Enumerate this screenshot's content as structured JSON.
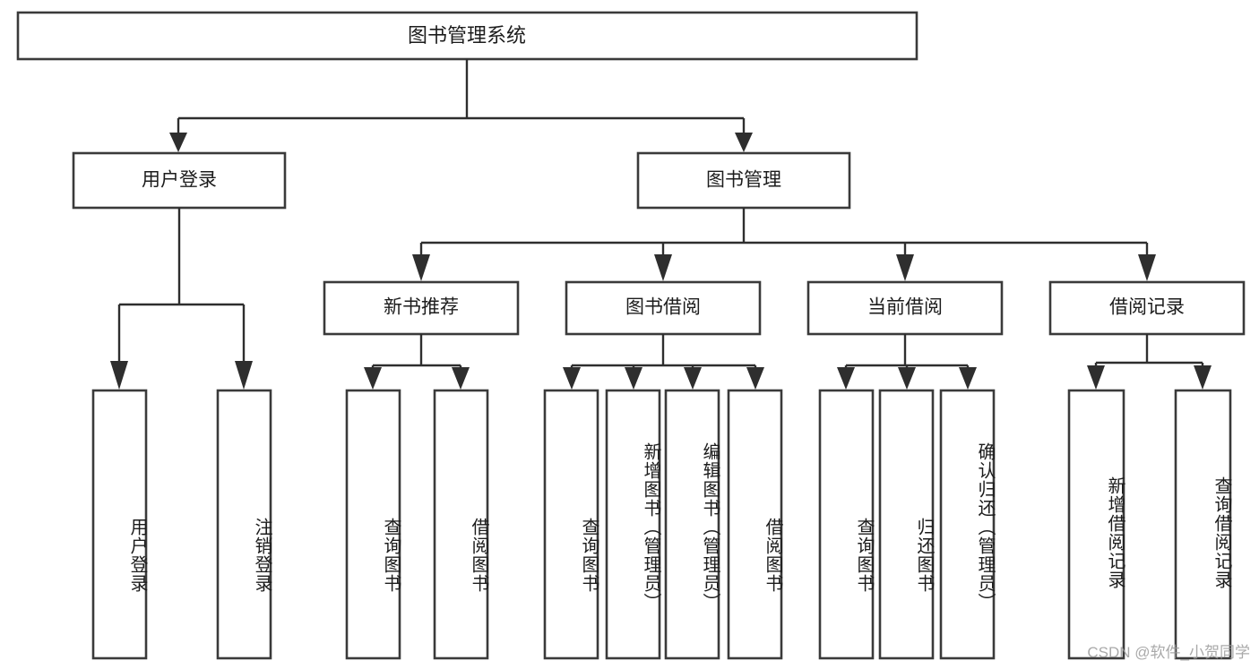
{
  "diagram": {
    "title": "图书管理系统",
    "watermark": "CSDN @软件_小贺同学",
    "colors": {
      "box_stroke": "#3a3a3a",
      "connector": "#2e2e2e",
      "text": "#1c1c1c",
      "background": "#ffffff",
      "watermark": "#9b9b9b"
    },
    "root": {
      "label": "图书管理系统"
    },
    "level2": [
      {
        "label": "用户登录"
      },
      {
        "label": "图书管理"
      }
    ],
    "level3": [
      {
        "label": "新书推荐"
      },
      {
        "label": "图书借阅"
      },
      {
        "label": "当前借阅"
      },
      {
        "label": "借阅记录"
      }
    ],
    "leaves": {
      "user_login": [
        {
          "label": "用户登录"
        },
        {
          "label": "注销登录"
        }
      ],
      "new_book": [
        {
          "label": "查询图书"
        },
        {
          "label": "借阅图书"
        }
      ],
      "borrow_book": [
        {
          "label": "查询图书"
        },
        {
          "label": "新增图书（管理员）"
        },
        {
          "label": "编辑图书（管理员）"
        },
        {
          "label": "借阅图书"
        }
      ],
      "current_borrow": [
        {
          "label": "查询图书"
        },
        {
          "label": "归还图书"
        },
        {
          "label": "确认归还（管理员）"
        }
      ],
      "borrow_record": [
        {
          "label": "新增借阅记录"
        },
        {
          "label": "查询借阅记录"
        }
      ]
    }
  }
}
